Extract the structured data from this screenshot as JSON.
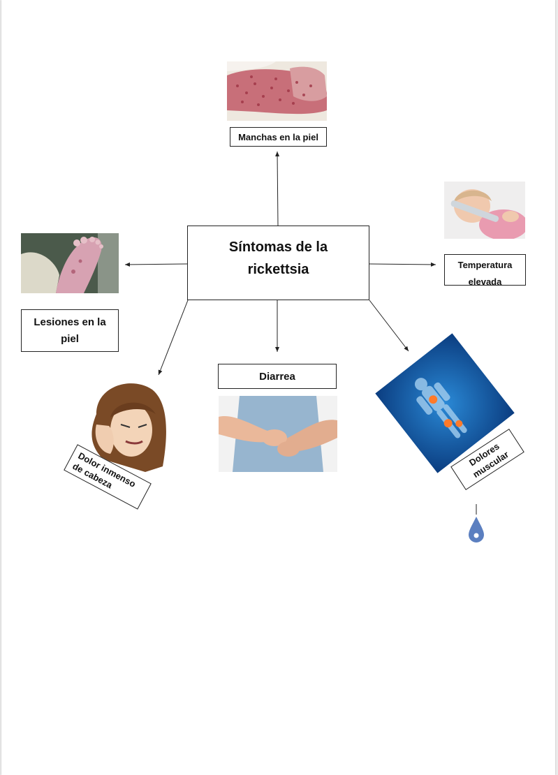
{
  "diagram": {
    "central": {
      "line1": "Síntomas de la",
      "line2": "rickettsia"
    },
    "nodes": {
      "manchas": "Manchas en la piel",
      "temperatura_line1": "Temperatura",
      "temperatura_line2": "elevada",
      "lesiones_line1": "Lesiones en la",
      "lesiones_line2": "piel",
      "diarrea": "Diarrea",
      "dolor_cabeza_line1": "Dolor inmenso",
      "dolor_cabeza_line2": "de cabeza",
      "dolores_line1": "Dolores",
      "dolores_line2": "muscular"
    },
    "colors": {
      "box_border": "#222222",
      "arrow": "#222222",
      "drop": "#5b7fc0"
    }
  }
}
